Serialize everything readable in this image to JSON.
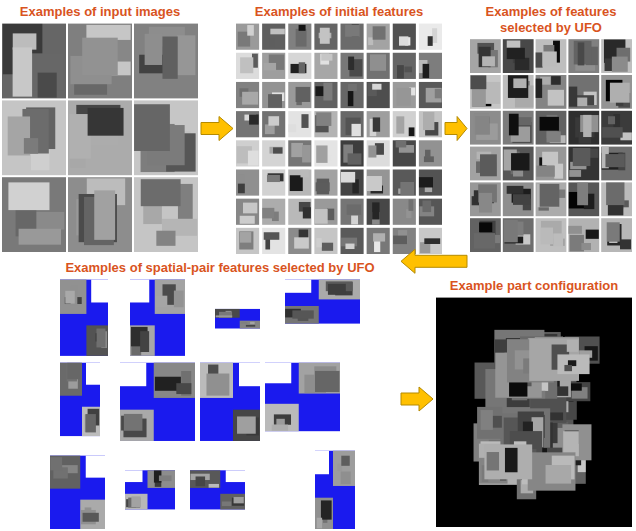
{
  "diagram": {
    "nodes": [
      {
        "text": [
          "Examples of input images"
        ]
      },
      {
        "text": [
          "Examples of initial features"
        ]
      },
      {
        "text": [
          "Examples of features selected by UFO"
        ]
      },
      {
        "text": [
          "Examples of spatial-pair features selected by UFO"
        ]
      },
      {
        "text": [
          "Example part configuration"
        ]
      }
    ],
    "edges": [
      {
        "from": 0,
        "to": 1,
        "arrow": "to"
      },
      {
        "from": 1,
        "to": 2,
        "arrow": "to"
      },
      {
        "from": 2,
        "to": 3,
        "arrow": "to"
      },
      {
        "from": 3,
        "to": 4,
        "arrow": "to"
      }
    ]
  }
}
